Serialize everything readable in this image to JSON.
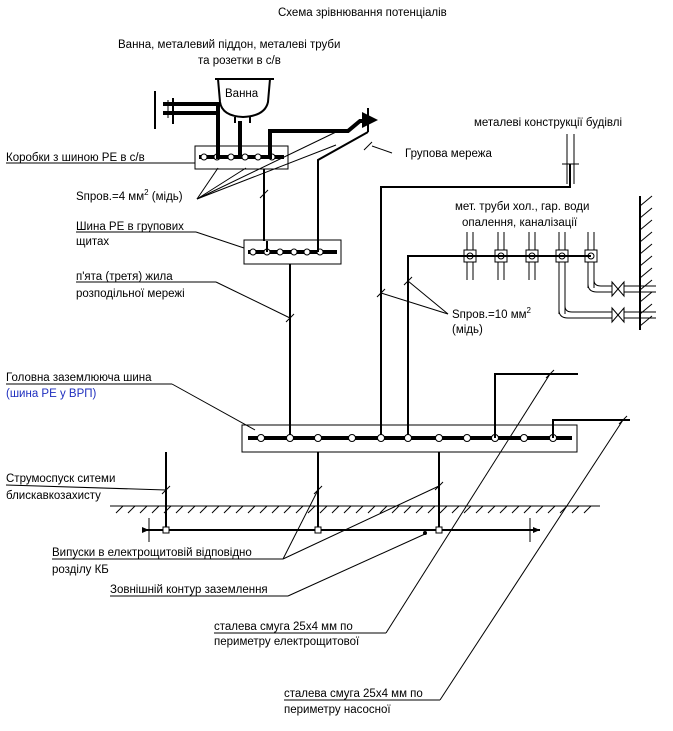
{
  "title": "Схема зрівнювання потенціалів",
  "labels": {
    "bath_title_1": "Ванна, металевий піддон, металеві труби",
    "bath_title_2": "та розетки в с/в",
    "bath": "Ванна",
    "boxes": "Коробки з шиною PE в с/в",
    "s4_prefix": "Sпров.=4 мм",
    "s4_sup": "2",
    "s4_suffix": " (мідь)",
    "group_network": "Групова мережа",
    "metal_construct": "металеві конструкції будівлі",
    "pipes_1": "мет. труби хол., гар. води",
    "pipes_2": "опалення, каналізації",
    "pe_group_1": "Шина PE в групових",
    "pe_group_2": "щитах",
    "fifth_wire_1": "п'ята (третя) жила",
    "fifth_wire_2": "розподільної мережі",
    "s10_prefix": "Sпров.=10 мм",
    "s10_sup": "2",
    "s10_suffix": "(мідь)",
    "main_bus_1": "Головна заземлююча шина",
    "main_bus_2": "(шина PE у ВРП)",
    "lightning_1": "Струмоспуск ситеми",
    "lightning_2": "блискавкозахисту",
    "outlets_1": "Випуски в електрощитовій відповідно",
    "outlets_2": "розділу КБ",
    "contour": "Зовнішній контур заземлення",
    "strip1_1": "сталева смуга 25х4 мм по",
    "strip1_2": "периметру електрощитової",
    "strip2_1": "сталева смуга 25х4 мм по",
    "strip2_2": "периметру насосної"
  },
  "colors": {
    "line": "#000000",
    "accent_blue": "#1f2fbf"
  }
}
